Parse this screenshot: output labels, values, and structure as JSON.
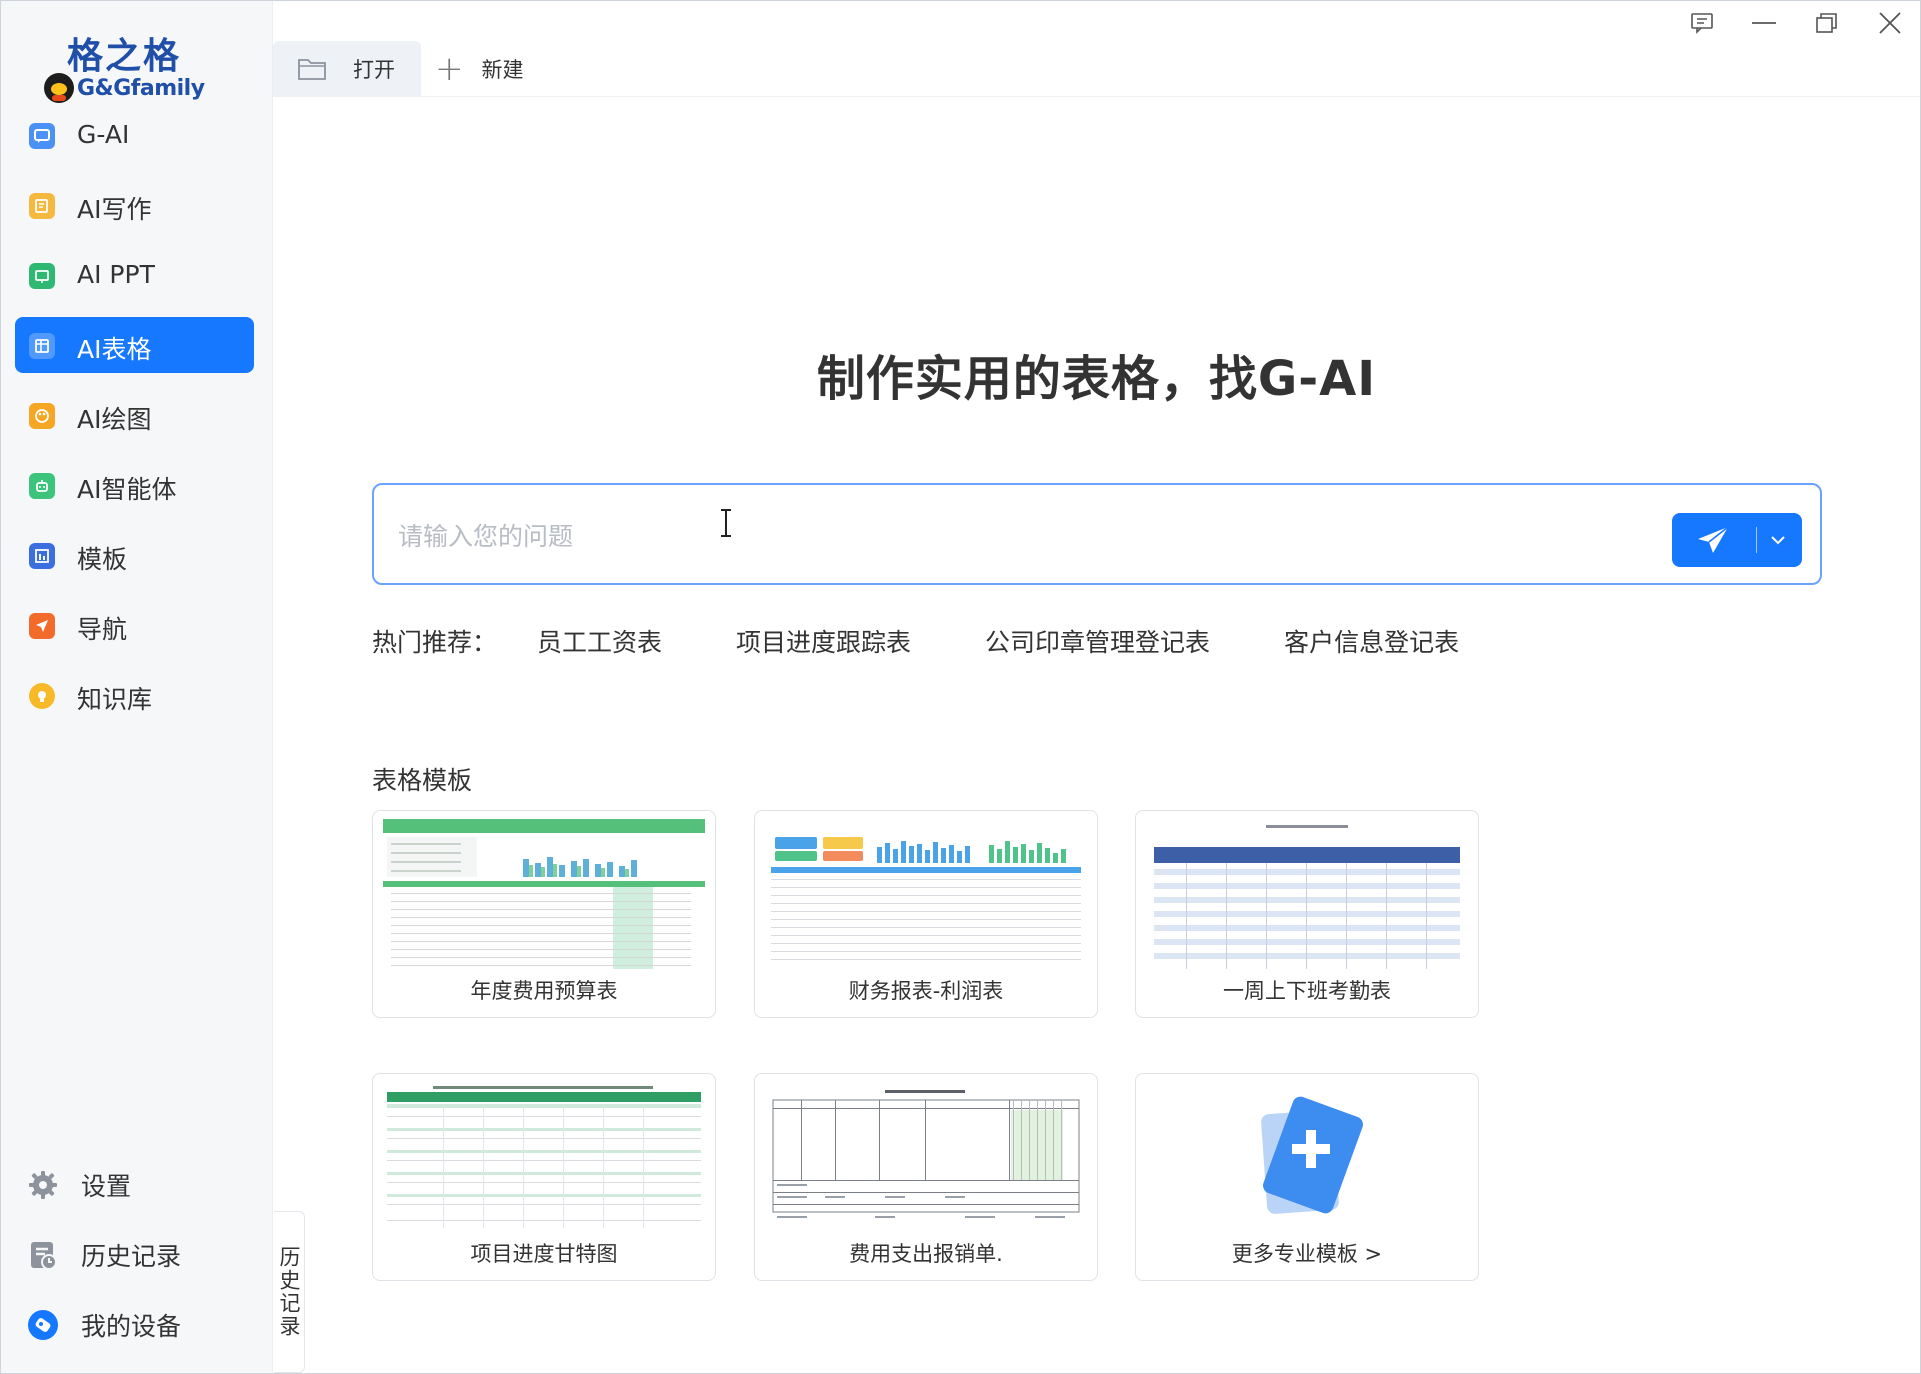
{
  "app": {
    "logo_cn": "格之格",
    "logo_en": "G&Gfamily"
  },
  "sidebar": {
    "items": [
      {
        "label": "G-AI",
        "icon": "ai-chat-icon",
        "color": "#4a90f5"
      },
      {
        "label": "AI写作",
        "icon": "writing-icon",
        "color": "#f5b940"
      },
      {
        "label": "AI PPT",
        "icon": "ppt-icon",
        "color": "#2eb872"
      },
      {
        "label": "AI表格",
        "icon": "table-icon",
        "color": "#1677ff",
        "active": true
      },
      {
        "label": "AI绘图",
        "icon": "palette-icon",
        "color": "#f5a623"
      },
      {
        "label": "AI智能体",
        "icon": "robot-icon",
        "color": "#3cc47c"
      },
      {
        "label": "模板",
        "icon": "template-icon",
        "color": "#3b6fe0"
      },
      {
        "label": "导航",
        "icon": "navigation-icon",
        "color": "#f26b2a"
      },
      {
        "label": "知识库",
        "icon": "lightbulb-icon",
        "color": "#f7b928"
      }
    ],
    "bottom": {
      "settings": "设置",
      "history": "历史记录",
      "devices": "我的设备"
    },
    "history_tab": "历史记录"
  },
  "tabs": {
    "open": "打开",
    "new": "新建"
  },
  "main": {
    "headline": "制作实用的表格，找G-AI",
    "search_placeholder": "请输入您的问题",
    "hot_title": "热门推荐：",
    "hot_items": [
      "员工工资表",
      "项目进度跟踪表",
      "公司印章管理登记表",
      "客户信息登记表"
    ],
    "templates_title": "表格模板",
    "templates": [
      {
        "label": "年度费用预算表"
      },
      {
        "label": "财务报表-利润表"
      },
      {
        "label": "一周上下班考勤表"
      },
      {
        "label": "项目进度甘特图"
      },
      {
        "label": "费用支出报销单."
      },
      {
        "label": "更多专业模板 >"
      }
    ]
  },
  "colors": {
    "accent": "#1677ff",
    "sidebar_bg": "#f6f7f9",
    "search_border": "#6aa3ff"
  }
}
